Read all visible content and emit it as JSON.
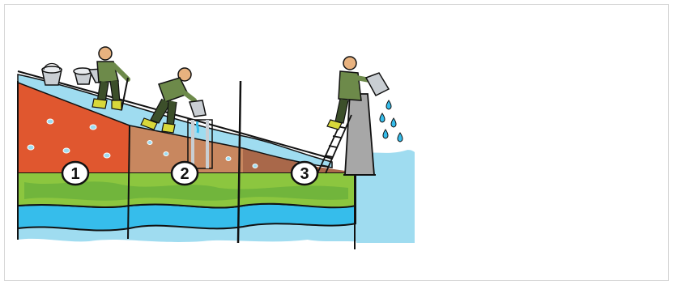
{
  "diagram": {
    "stages": [
      {
        "id": 1,
        "label": "1"
      },
      {
        "id": 2,
        "label": "2"
      },
      {
        "id": 3,
        "label": "3"
      }
    ],
    "colors": {
      "border": "#d7d7d7",
      "clay": "#e0572f",
      "clay_shadow": "#c9482a",
      "silt": "#c8875f",
      "silt_dark": "#a9684a",
      "water_light": "#9fdcf0",
      "water": "#36bdeb",
      "grass": "#8cc63f",
      "grass_dark": "#5ba83a",
      "outline": "#111111",
      "worker": "#6d8a4a",
      "worker_dark": "#3c4f2a",
      "skin": "#e8b27f",
      "boots": "#d8d83a",
      "tower": "#a7a7a7",
      "bucket": "#c9ced3"
    },
    "icons": [
      "bucket-icon",
      "worker-icon",
      "ladder-icon",
      "tower-icon",
      "water-drop-icon"
    ]
  }
}
